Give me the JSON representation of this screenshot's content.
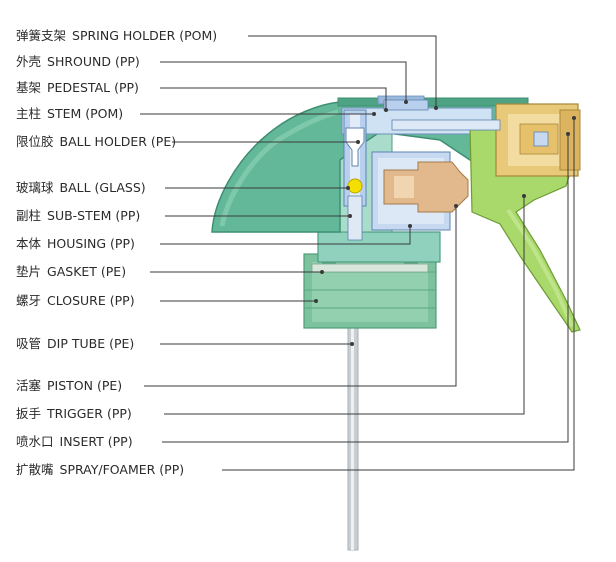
{
  "parts": [
    {
      "zh": "弹簧支架",
      "en": "SPRING HOLDER (POM)"
    },
    {
      "zh": "外壳",
      "en": "SHROUND (PP)"
    },
    {
      "zh": "基架",
      "en": "PEDESTAL (PP)"
    },
    {
      "zh": "主柱",
      "en": "STEM (POM)"
    },
    {
      "zh": "限位胶",
      "en": "BALL HOLDER (PE)"
    },
    {
      "zh": "玻璃球",
      "en": "BALL (GLASS)"
    },
    {
      "zh": "副柱",
      "en": "SUB-STEM (PP)"
    },
    {
      "zh": "本体",
      "en": "HOUSING (PP)"
    },
    {
      "zh": "垫片",
      "en": "GASKET (PE)"
    },
    {
      "zh": "螺牙",
      "en": "CLOSURE (PP)"
    },
    {
      "zh": "吸管",
      "en": "DIP TUBE (PE)"
    },
    {
      "zh": "活塞",
      "en": "PISTON (PE)"
    },
    {
      "zh": "扳手",
      "en": "TRIGGER (PP)"
    },
    {
      "zh": "喷水口",
      "en": "INSERT (PP)"
    },
    {
      "zh": "扩散嘴",
      "en": "SPRAY/FOAMER (PP)"
    }
  ],
  "colors": {
    "shroud": "#64b89a",
    "shroud_dark": "#3e8f72",
    "housing": "#8fd1bd",
    "trigger": "#a9d86b",
    "nozzle": "#e8c97a",
    "piston": "#e2b98c",
    "stem_blue": "#b9cfee",
    "ball": "#f3e000",
    "tube": "#c9ced3"
  }
}
